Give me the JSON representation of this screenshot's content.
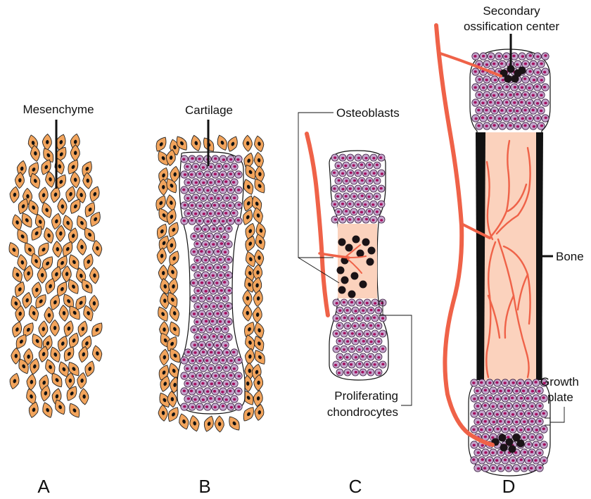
{
  "panels": [
    {
      "id": "A",
      "letter": "A",
      "label": "Mesenchyme"
    },
    {
      "id": "B",
      "letter": "B",
      "label": "Cartilage"
    },
    {
      "id": "C",
      "letter": "C",
      "label": "Osteoblasts",
      "label2_line1": "Proliferating",
      "label2_line2": "chondrocytes"
    },
    {
      "id": "D",
      "letter": "D",
      "top_line1": "Secondary",
      "top_line2": "ossification center",
      "bone": "Bone",
      "plate_line1": "Growth",
      "plate_line2": "plate"
    }
  ],
  "colors": {
    "mesenchyme_cell": "#f2a45c",
    "chondrocyte_fill": "#c4a6cc",
    "chondrocyte_nucleus": "#a3105f",
    "bone_matrix": "#fbd2bd",
    "vessel": "#ef6248",
    "osteoblast": "#1a1316",
    "cortex": "#111111"
  }
}
